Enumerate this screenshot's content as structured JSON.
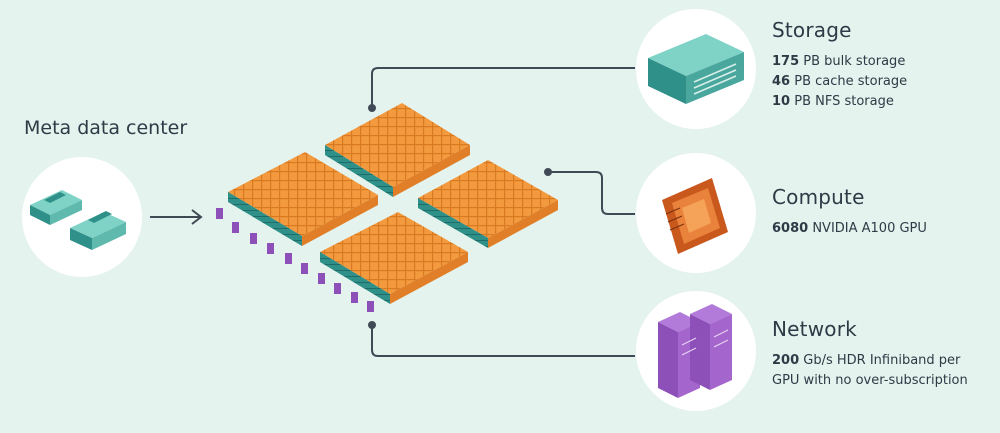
{
  "datacenter": {
    "title": "Meta data center"
  },
  "storage": {
    "title": "Storage",
    "lines": [
      {
        "value": "175",
        "text": " PB bulk storage"
      },
      {
        "value": "46",
        "text": " PB cache storage"
      },
      {
        "value": "10",
        "text": " PB NFS storage"
      }
    ]
  },
  "compute": {
    "title": "Compute",
    "lines": [
      {
        "value": "6080",
        "text": " NVIDIA A100 GPU"
      }
    ]
  },
  "network": {
    "title": "Network",
    "lines": [
      {
        "value": "200",
        "text": " Gb/s HDR Infiniband per"
      },
      {
        "value": "",
        "text": "GPU with no over-subscription"
      }
    ]
  },
  "colors": {
    "background": "#e4f3ee",
    "rack_orange": "#f39a3e",
    "rack_teal": "#2f8f89",
    "network_purple": "#8d4fb8",
    "connector": "#3f4a55"
  }
}
